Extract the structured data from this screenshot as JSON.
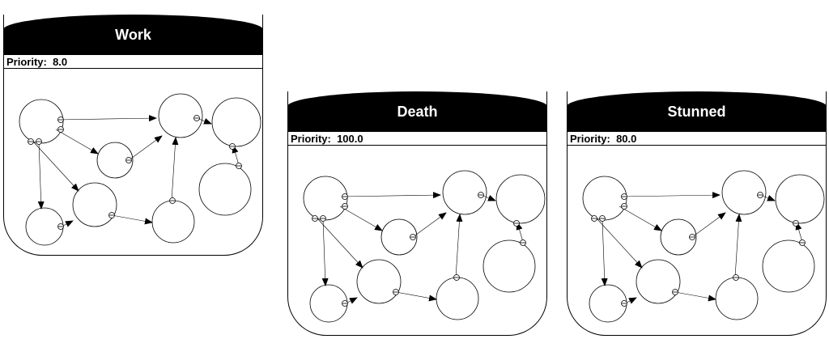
{
  "states": [
    {
      "title": "Work",
      "priority_label": "Priority:",
      "priority_value": "8.0"
    },
    {
      "title": "Death",
      "priority_label": "Priority:",
      "priority_value": "100.0"
    },
    {
      "title": "Stunned",
      "priority_label": "Priority:",
      "priority_value": "80.0"
    }
  ]
}
